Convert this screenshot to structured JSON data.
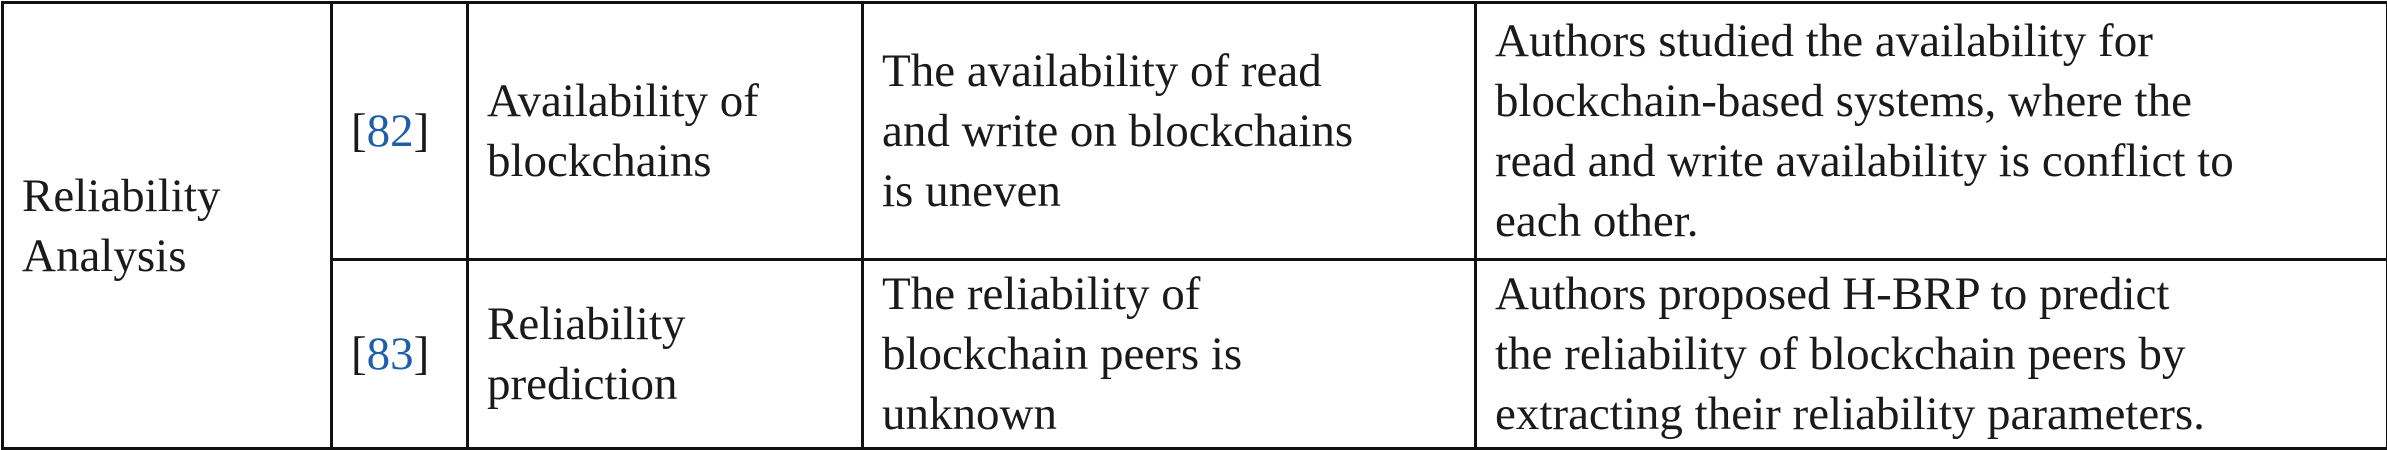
{
  "category": {
    "line1": "Reliability",
    "line2": "Analysis"
  },
  "rows": [
    {
      "ref_open": "[",
      "ref_number": "82",
      "ref_close": "]",
      "topic": [
        "Availability of",
        "blockchains"
      ],
      "challenge": [
        "The availability of read",
        "and write on blockchains",
        "is uneven"
      ],
      "description": [
        "Authors studied the availability for",
        "blockchain-based systems, where the",
        "read and write availability is conflict to",
        "each other."
      ]
    },
    {
      "ref_open": "[",
      "ref_number": "83",
      "ref_close": "]",
      "topic": [
        "Reliability",
        "prediction"
      ],
      "challenge": [
        "The reliability of",
        "blockchain peers is",
        "unknown"
      ],
      "description": [
        "Authors proposed H-BRP to predict",
        "the reliability of blockchain peers by",
        "extracting their reliability parameters."
      ]
    }
  ],
  "colors": {
    "reference_link": "#1f5fa8",
    "border": "#111111",
    "text": "#1a1a1a"
  }
}
